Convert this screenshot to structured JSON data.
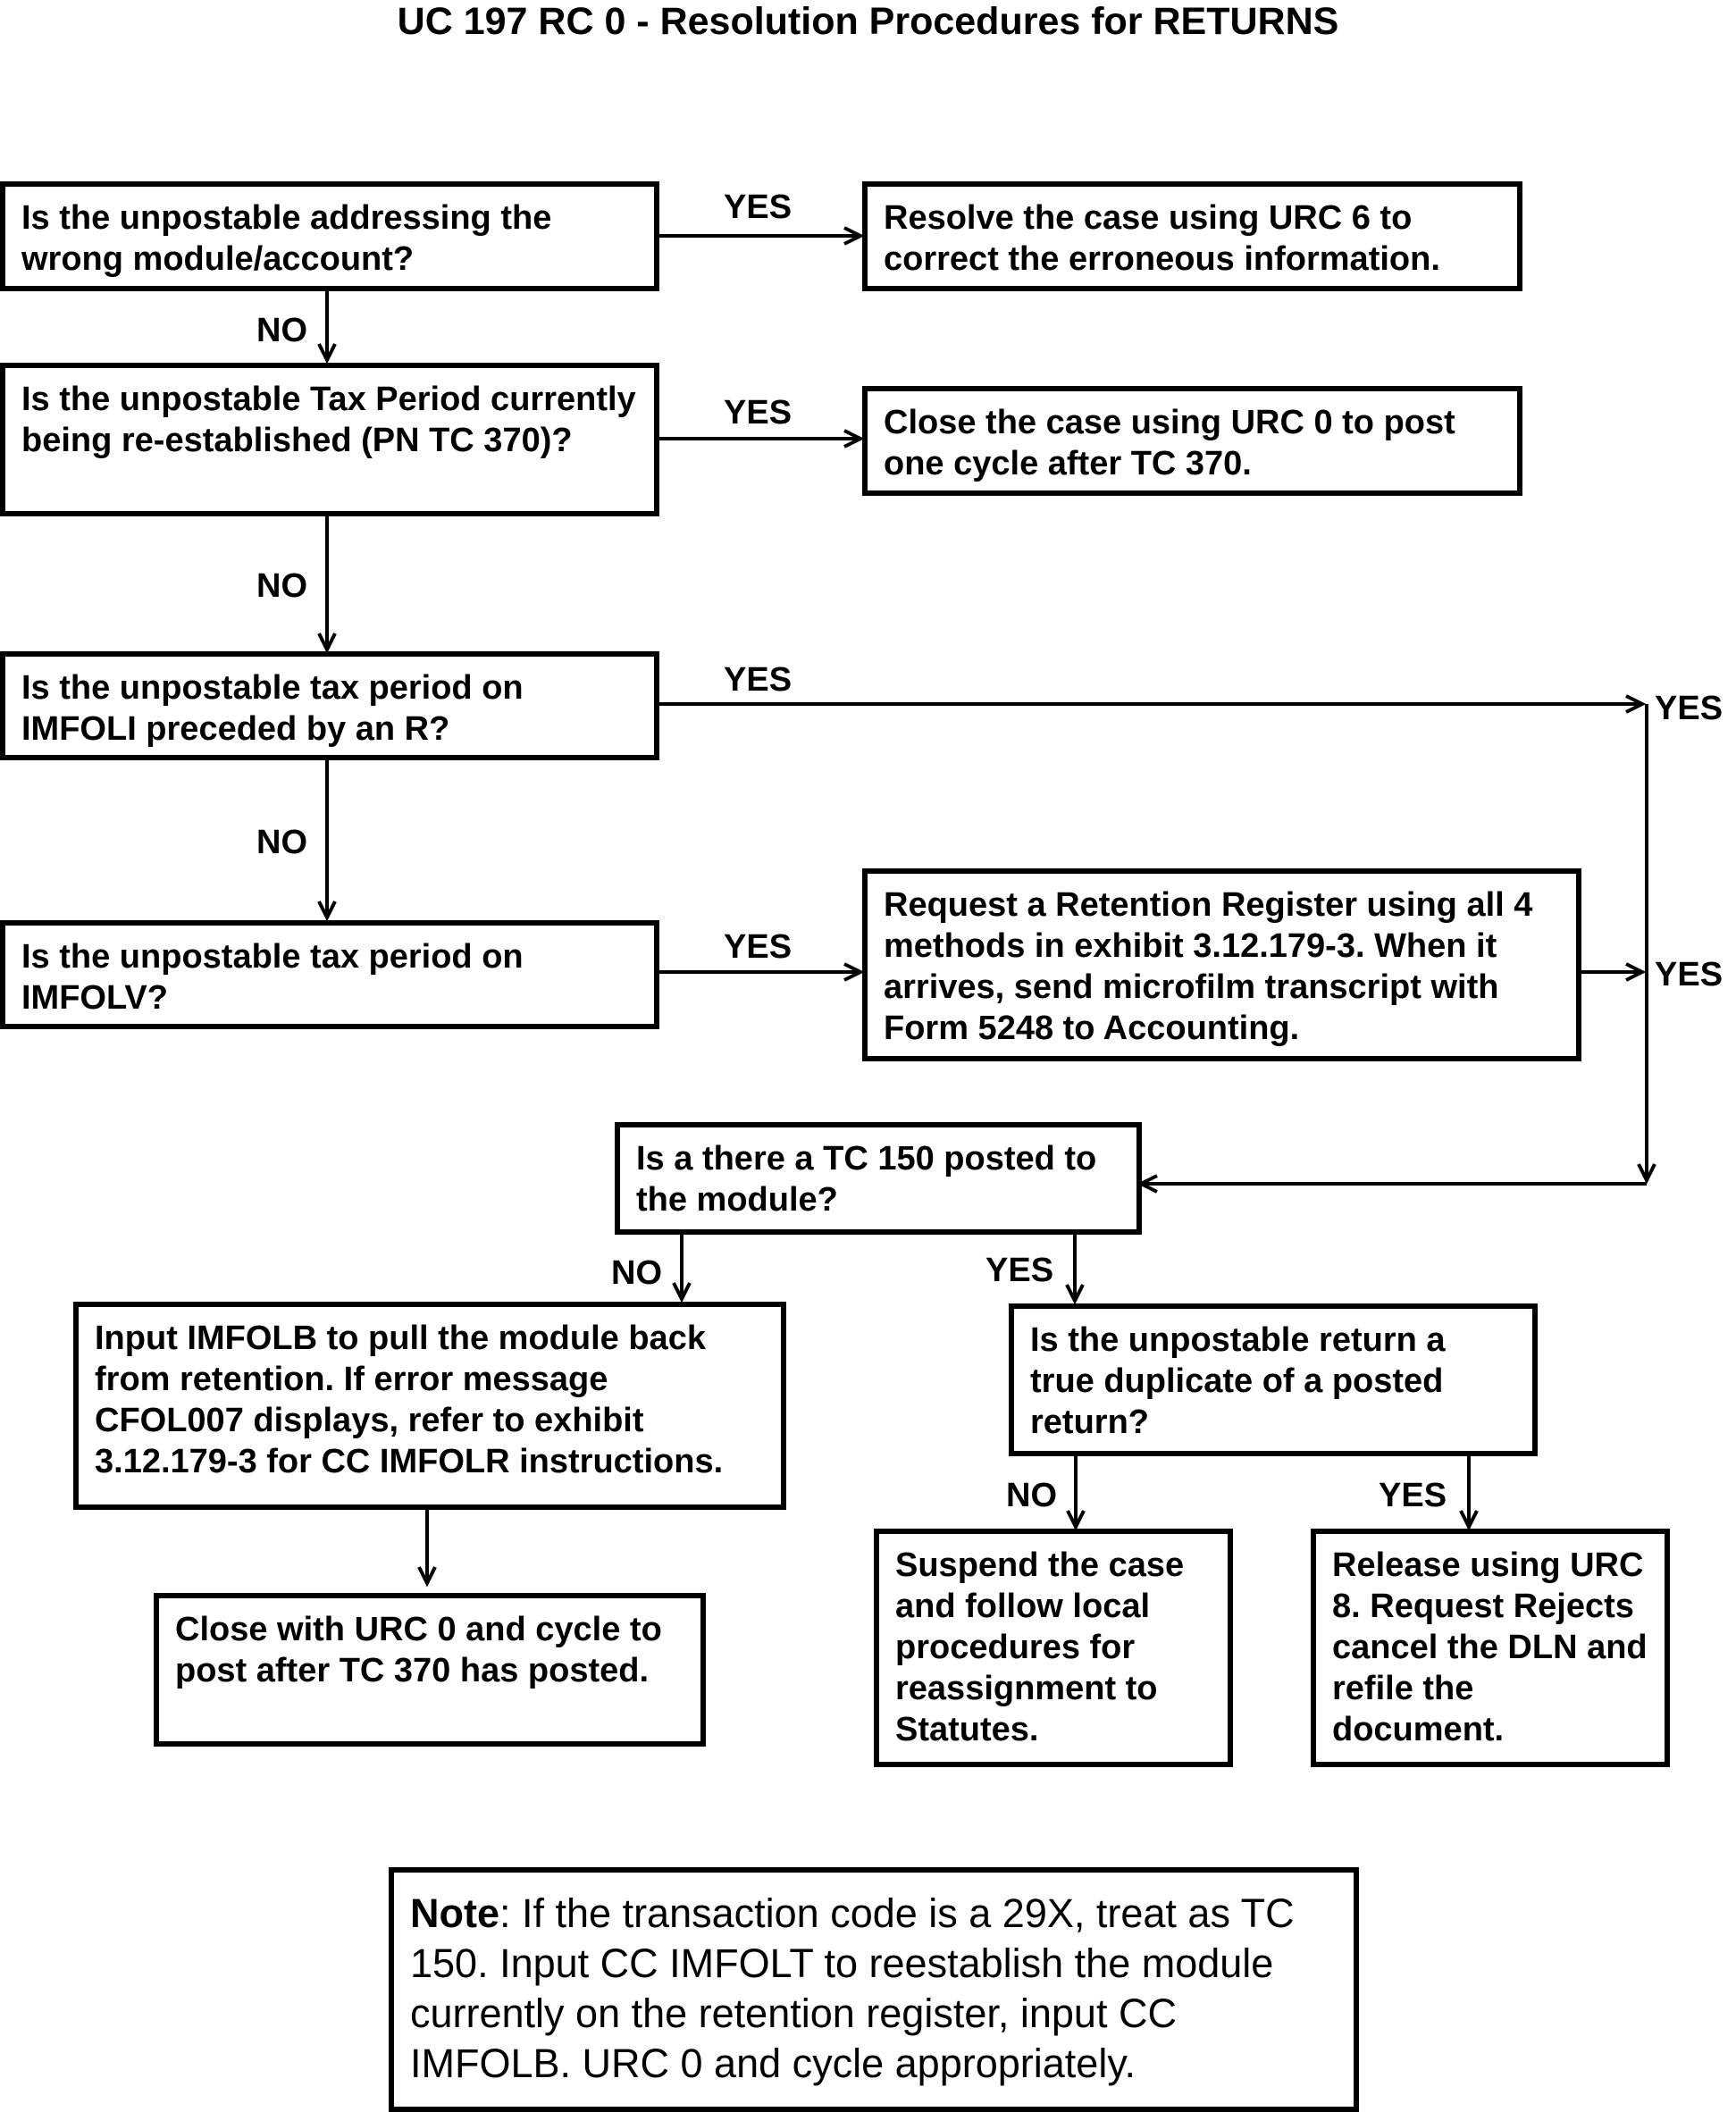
{
  "title": "UC 197 RC 0 - Resolution Procedures for RETURNS",
  "boxes": {
    "q_wrong_module": "Is the unpostable addressing the wrong module/account?",
    "a_urc6": "Resolve the case using URC 6 to correct the erroneous information.",
    "q_tax_period_reestablished": "Is the unpostable Tax Period currently being re-established (PN TC 370)?",
    "a_urc0_after_370": "Close the case using URC 0 to post one cycle after TC 370.",
    "q_imfoli_r": "Is the unpostable tax period on IMFOLI preceded by an R?",
    "q_imfolv": "Is the unpostable tax period on IMFOLV?",
    "a_retention_register": "Request a Retention Register using all 4 methods in exhibit 3.12.179-3. When it arrives, send microfilm transcript with Form 5248 to Accounting.",
    "q_tc150": "Is a there a TC 150 posted to the module?",
    "a_imfolb": "Input IMFOLB to pull the module back from retention.  If error message CFOL007 displays, refer to exhibit 3.12.179-3 for CC IMFOLR instructions.",
    "a_close_urc0": "Close with URC 0 and cycle to post after TC 370 has posted.",
    "q_true_duplicate": "Is the unpostable return a true duplicate of a posted return?",
    "a_suspend": "Suspend the case and follow local procedures for reassignment to Statutes.",
    "a_release_urc8": "Release using URC 8. Request Rejects cancel the DLN and refile the document."
  },
  "labels": {
    "yes": "YES",
    "no": "NO"
  },
  "note": {
    "lead": "Note",
    "text": ": If the transaction code is a 29X, treat as TC 150. Input CC IMFOLT to reestablish the module currently on the retention register, input CC IMFOLB. URC 0 and cycle appropriately."
  }
}
